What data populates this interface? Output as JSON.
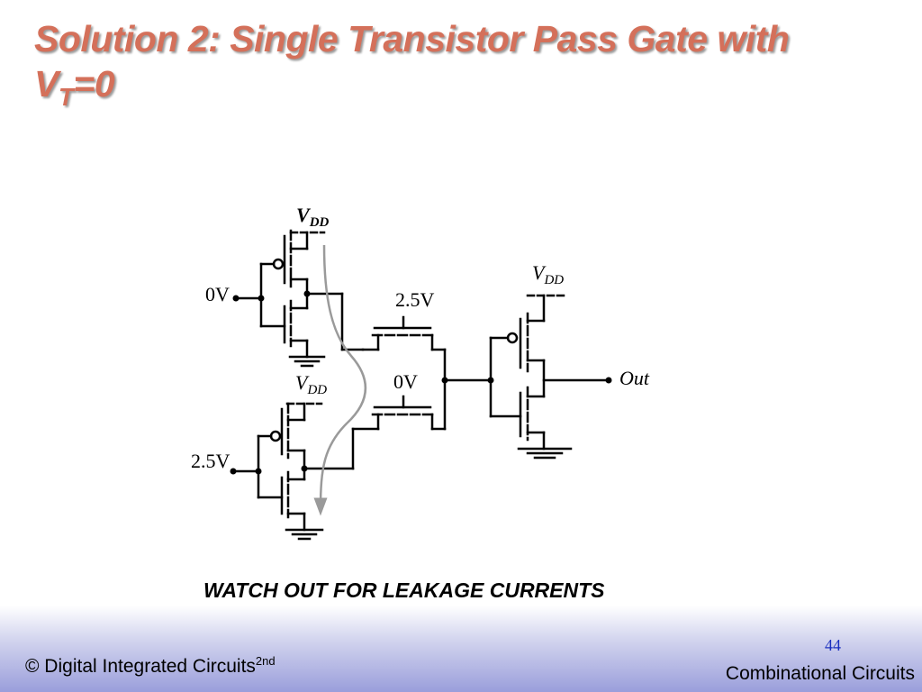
{
  "slide": {
    "title_main": "Solution 2: Single Transistor Pass Gate with",
    "title_v": "V",
    "title_sub": "T",
    "title_rest": "=0",
    "warning": "WATCH OUT FOR LEAKAGE CURRENTS",
    "page_number": "44"
  },
  "circuit": {
    "labels": {
      "vdd_top_main": "V",
      "vdd_top_sub": "DD",
      "vdd_mid_main": "V",
      "vdd_mid_sub": "DD",
      "vdd_right_main": "V",
      "vdd_right_sub": "DD",
      "in_top": "0V",
      "in_bottom": "2.5V",
      "gate_top": "2.5V",
      "gate_bottom": "0V",
      "out": "Out"
    }
  },
  "footer": {
    "copyright": "© Digital Integrated Circuits",
    "edition": "2nd",
    "course": "Combinational Circuits"
  },
  "colors": {
    "title": "#d4705a",
    "page_number": "#1a2fbf",
    "leakage_arrow": "#9a9a9a"
  }
}
